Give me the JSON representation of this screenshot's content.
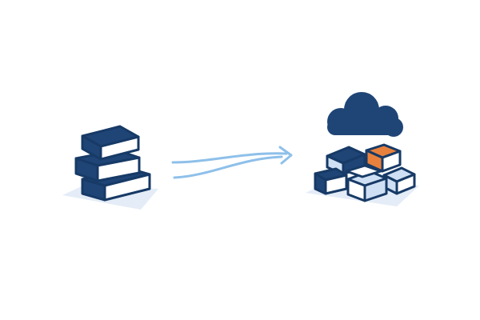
{
  "diagram": {
    "source": {
      "icon": "stacked-blocks-icon",
      "blocks": 3
    },
    "connector": {
      "icon": "curved-arrow-icon"
    },
    "destination": {
      "icon": "cloud-icon",
      "cluster_icon": "cube-cluster-icon",
      "cubes": 6,
      "highlighted_cubes": 1
    },
    "colors": {
      "primary": "#1f4577",
      "accent": "#e8813d",
      "light": "#cfe0f4",
      "arrow": "#8ec0ea",
      "shadow": "#e4ecf7",
      "outline": "#173a66",
      "white": "#ffffff"
    }
  }
}
